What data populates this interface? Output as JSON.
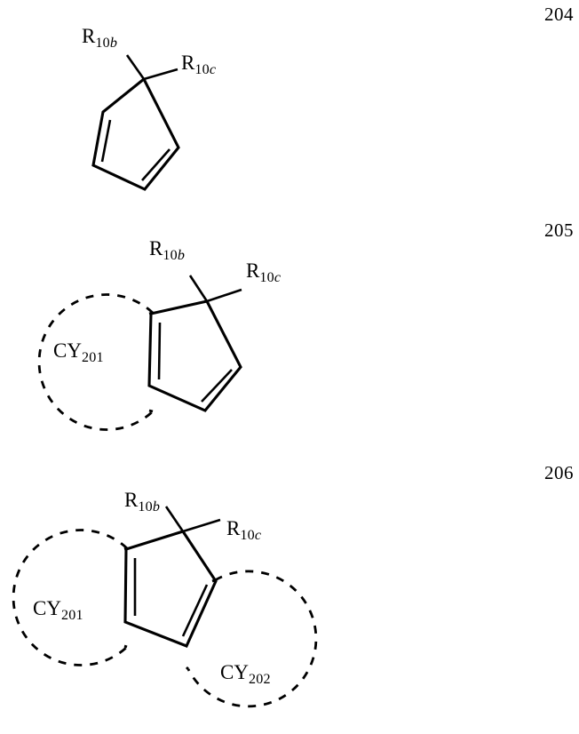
{
  "document": {
    "page_background": "#ffffff",
    "ink_color": "#000000",
    "kind": "patent-chemical-structure-page"
  },
  "formulas": [
    {
      "id": "formula-204",
      "number": "204",
      "description": "Cyclopentadiene ring bearing two substituents at the sp3 carbon",
      "labels": {
        "r10b": {
          "base": "R",
          "sub": "10",
          "sub_italic": "b"
        },
        "r10c": {
          "base": "R",
          "sub": "10",
          "sub_italic": "c"
        }
      },
      "rings": [],
      "substituent_labels": [
        "R10b",
        "R10c"
      ]
    },
    {
      "id": "formula-205",
      "number": "205",
      "description": "Cyclopentadiene ring fused to one generic dashed ring CY201",
      "labels": {
        "r10b": {
          "base": "R",
          "sub": "10",
          "sub_italic": "b"
        },
        "r10c": {
          "base": "R",
          "sub": "10",
          "sub_italic": "c"
        },
        "cy201": {
          "base": "CY",
          "sub": "201"
        }
      },
      "rings": [
        "CY201"
      ],
      "substituent_labels": [
        "R10b",
        "R10c"
      ]
    },
    {
      "id": "formula-206",
      "number": "206",
      "description": "Cyclopentadiene ring fused to two generic dashed rings CY201 and CY202",
      "labels": {
        "r10b": {
          "base": "R",
          "sub": "10",
          "sub_italic": "b"
        },
        "r10c": {
          "base": "R",
          "sub": "10",
          "sub_italic": "c"
        },
        "cy201": {
          "base": "CY",
          "sub": "201"
        },
        "cy202": {
          "base": "CY",
          "sub": "202"
        }
      },
      "rings": [
        "CY201",
        "CY202"
      ],
      "substituent_labels": [
        "R10b",
        "R10c"
      ]
    }
  ],
  "text": {
    "num_204": "204",
    "num_205": "205",
    "num_206": "206",
    "R_base": "R",
    "CY_base": "CY",
    "sub_10": "10",
    "sub_b": "b",
    "sub_c": "c",
    "sub_201": "201",
    "sub_202": "202"
  }
}
